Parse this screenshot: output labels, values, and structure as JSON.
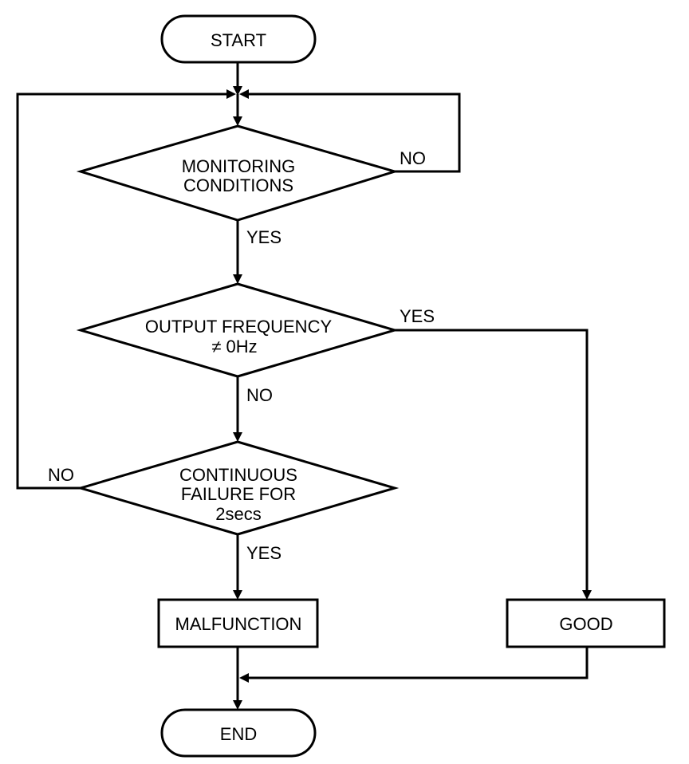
{
  "nodes": {
    "start": "START",
    "monitoring": [
      "MONITORING",
      "CONDITIONS"
    ],
    "output_frequency": [
      "OUTPUT FREQUENCY",
      "≠ 0Hz"
    ],
    "continuous_failure": [
      "CONTINUOUS",
      "FAILURE FOR",
      "2secs"
    ],
    "malfunction": "MALFUNCTION",
    "good": "GOOD",
    "end": "END"
  },
  "edges": {
    "monitoring_no": "NO",
    "monitoring_yes": "YES",
    "output_yes": "YES",
    "output_no": "NO",
    "failure_no": "NO",
    "failure_yes": "YES"
  }
}
